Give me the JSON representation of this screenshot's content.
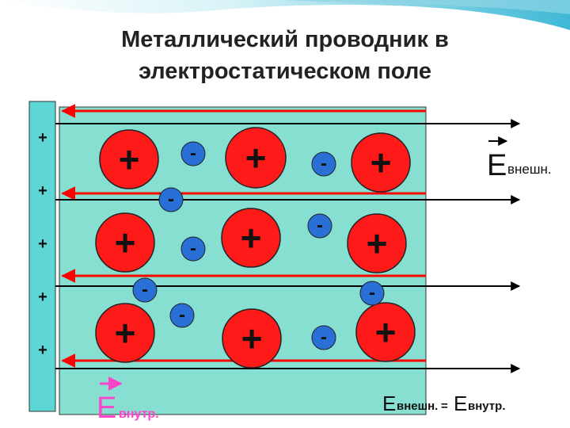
{
  "title": {
    "line1": "Металлический проводник в",
    "line2": "электростатическом поле"
  },
  "plate_charge_symbol": "+",
  "positive_ion_symbol": "+",
  "electron_symbol": "-",
  "labels": {
    "e_external_letter": "E",
    "e_external_sub": "внешн.",
    "e_internal_letter": "E",
    "e_internal_sub": "внутр.",
    "equality_left_letter": "E",
    "equality_left_sub": "внешн.",
    "equality_eq": "=",
    "equality_right_letter": "E",
    "equality_right_sub": "внутр."
  },
  "colors": {
    "conductor_fill": "#86dfd0",
    "plate_fill": "#5fd6d6",
    "ion_fill": "#ff1a1a",
    "electron_fill": "#2a6fd6",
    "internal_field": "#ff0000",
    "external_field": "#000000",
    "e_internal_label": "#ff44cc"
  }
}
